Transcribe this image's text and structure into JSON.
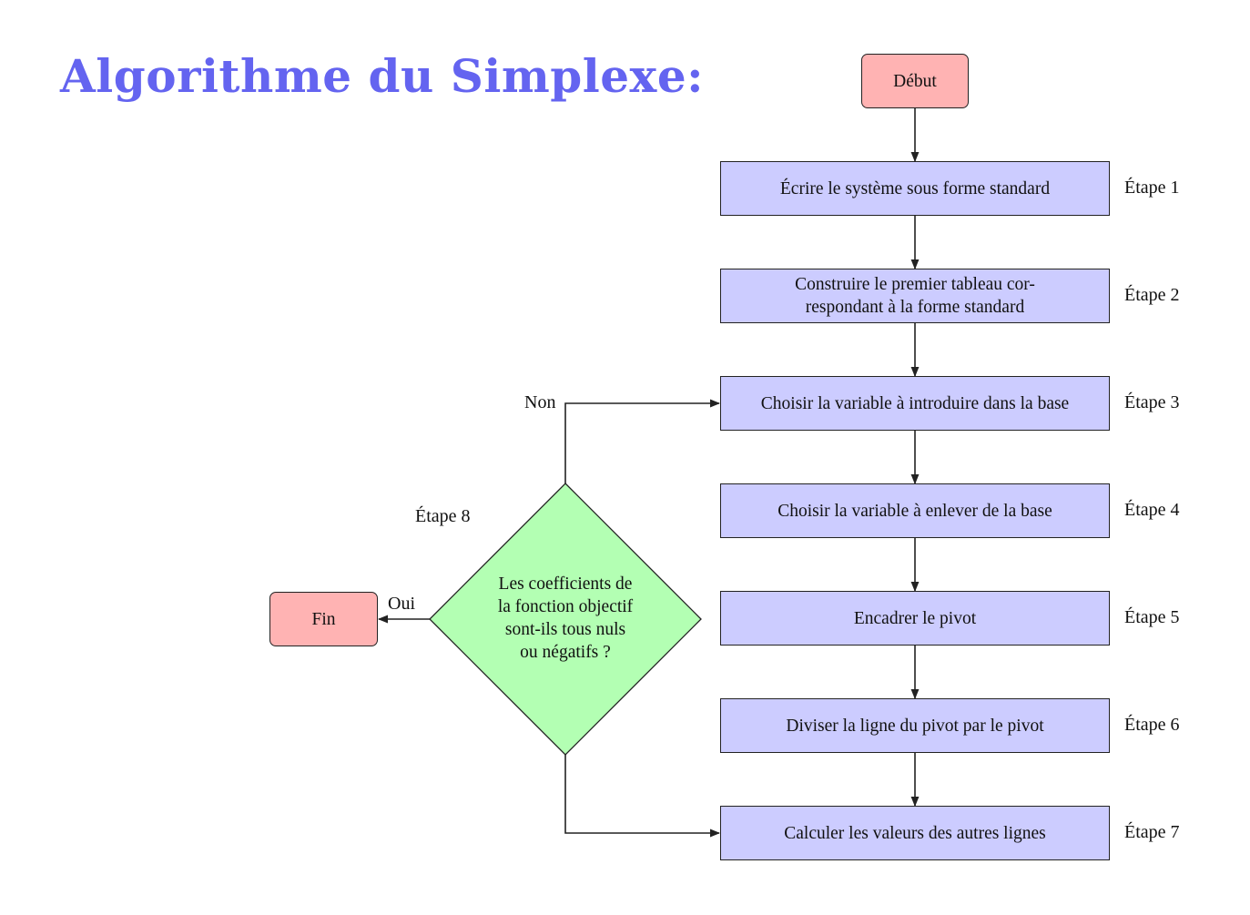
{
  "title": "Algorithme du Simplexe:",
  "colors": {
    "title": "#6464f0",
    "step_fill": "#ccccff",
    "terminal_fill": "#ffb3b3",
    "decision_fill": "#b3ffb3",
    "stroke": "#222222"
  },
  "start": {
    "label": "Début"
  },
  "end": {
    "label": "Fin"
  },
  "steps": [
    {
      "label": "Écrire le système sous forme standard",
      "step": "Étape 1"
    },
    {
      "label": "Construire le premier tableau cor-\nrespondant à la forme standard",
      "step": "Étape 2"
    },
    {
      "label": "Choisir la variable à introduire dans la base",
      "step": "Étape 3"
    },
    {
      "label": "Choisir la variable à enlever de la base",
      "step": "Étape 4"
    },
    {
      "label": "Encadrer le pivot",
      "step": "Étape 5"
    },
    {
      "label": "Diviser la ligne du pivot par le pivot",
      "step": "Étape 6"
    },
    {
      "label": "Calculer les valeurs des autres lignes",
      "step": "Étape 7"
    }
  ],
  "decision": {
    "label": "Les coefficients de\nla fonction objectif\nsont-ils tous nuls\nou négatifs ?",
    "step": "Étape 8",
    "yes": "Oui",
    "no": "Non"
  }
}
